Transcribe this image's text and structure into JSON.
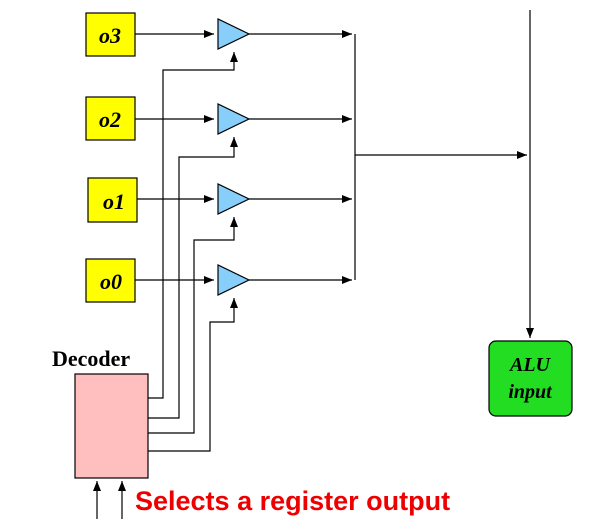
{
  "registers": [
    {
      "label": "o3"
    },
    {
      "label": "o2"
    },
    {
      "label": "o1"
    },
    {
      "label": "o0"
    }
  ],
  "decoder": {
    "title": "Decoder"
  },
  "alu": {
    "line1": "ALU",
    "line2": "input"
  },
  "caption": "Selects a register output",
  "colors": {
    "register_fill": "#ffff00",
    "buffer_fill": "#87cefa",
    "decoder_fill": "#ffbfbf",
    "alu_fill": "#22dd22",
    "caption": "#ee0000",
    "wire": "#000000"
  }
}
